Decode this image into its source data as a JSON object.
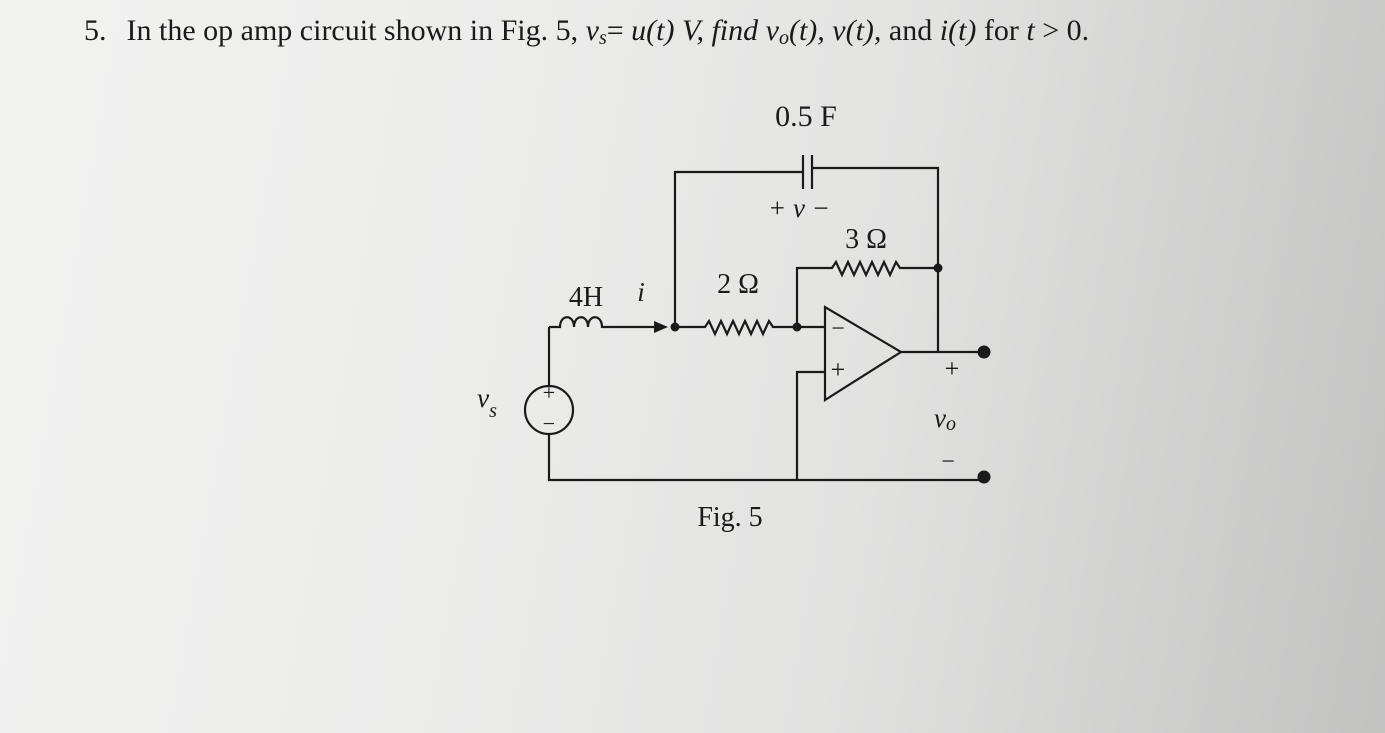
{
  "problem": {
    "number": "5.",
    "lead": "In the op amp circuit shown in Fig. 5,",
    "vs_symbol": "v",
    "vs_sub": "s",
    "eq": "=",
    "ut": "u(t) V, find",
    "vo_symbol": "v",
    "vo_sub": "o",
    "vo_arg": "(t),",
    "vt": "v(t),",
    "and": "and",
    "it": "i(t)",
    "tail_for": "for",
    "tail_t": "t",
    "tail_cond": "> 0."
  },
  "circuit": {
    "capacitor_label": "0.5 F",
    "capacitor_voltage": "+ v −",
    "r_feedback_label": "3 Ω",
    "r_input_label": "2 Ω",
    "inductor_label": "4H",
    "current_label": "i",
    "source_label_v": "v",
    "source_label_s": "s",
    "source_plus": "+",
    "source_minus": "−",
    "opamp_minus": "−",
    "opamp_plus": "+",
    "out_plus": "+",
    "out_label": "v",
    "out_label_sub": "o",
    "out_minus": "−",
    "figure_caption": "Fig. 5"
  }
}
